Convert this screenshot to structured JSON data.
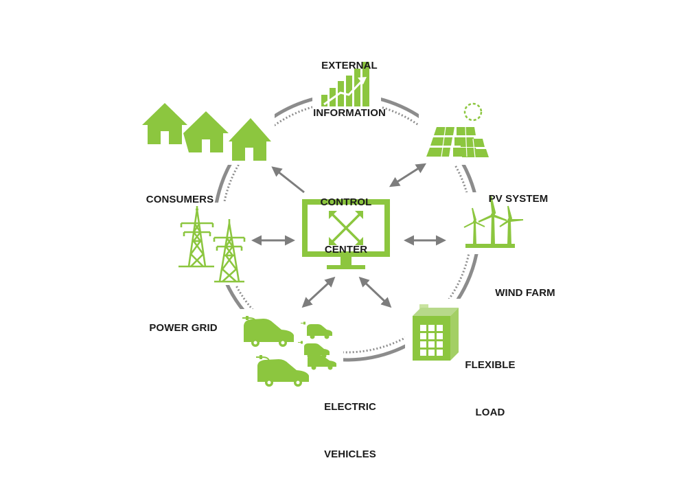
{
  "diagram": {
    "colors": {
      "accent": "#8cc63f",
      "arrow": "#7d7d7d",
      "ring": "#8c8c8c",
      "text": "#1a1a1a"
    },
    "hub": {
      "label_line1": "CONTROL",
      "label_line2": "CENTER",
      "icon": "monitor-expand-icon"
    },
    "nodes": [
      {
        "id": "external",
        "label_line1": "EXTERNAL",
        "label_line2": "INFORMATION",
        "icon": "bar-chart-growth-icon"
      },
      {
        "id": "pv",
        "label_line1": "PV SYSTEM",
        "label_line2": "",
        "icon": "solar-panel-icon"
      },
      {
        "id": "wind",
        "label_line1": "WIND FARM",
        "label_line2": "",
        "icon": "wind-turbine-icon"
      },
      {
        "id": "flex",
        "label_line1": "FLEXIBLE",
        "label_line2": "LOAD",
        "icon": "battery-box-icon"
      },
      {
        "id": "ev",
        "label_line1": "ELECTRIC",
        "label_line2": "VEHICLES",
        "icon": "electric-car-icon"
      },
      {
        "id": "grid",
        "label_line1": "POWER GRID",
        "label_line2": "",
        "icon": "transmission-tower-icon"
      },
      {
        "id": "consumers",
        "label_line1": "CONSUMERS",
        "label_line2": "",
        "icon": "house-icon"
      }
    ]
  }
}
